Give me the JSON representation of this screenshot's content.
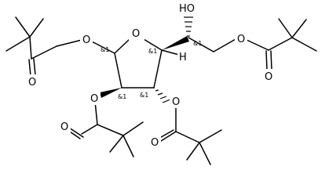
{
  "molecule": {
    "atoms": {
      "ring_oxygen": "O",
      "hydroxyl": "HO",
      "ring_hydrogen": "H",
      "ester_o1": "O",
      "carbonyl_o1": "O",
      "ester_o2": "O",
      "carbonyl_o2": "O",
      "ester_o3": "O",
      "carbonyl_o3": "O",
      "ester_o4": "O",
      "carbonyl_o4": "O"
    },
    "stereo_labels": {
      "c1": "&1",
      "c2": "&1",
      "c3": "&1",
      "c4": "&1",
      "c5": "&1"
    }
  }
}
